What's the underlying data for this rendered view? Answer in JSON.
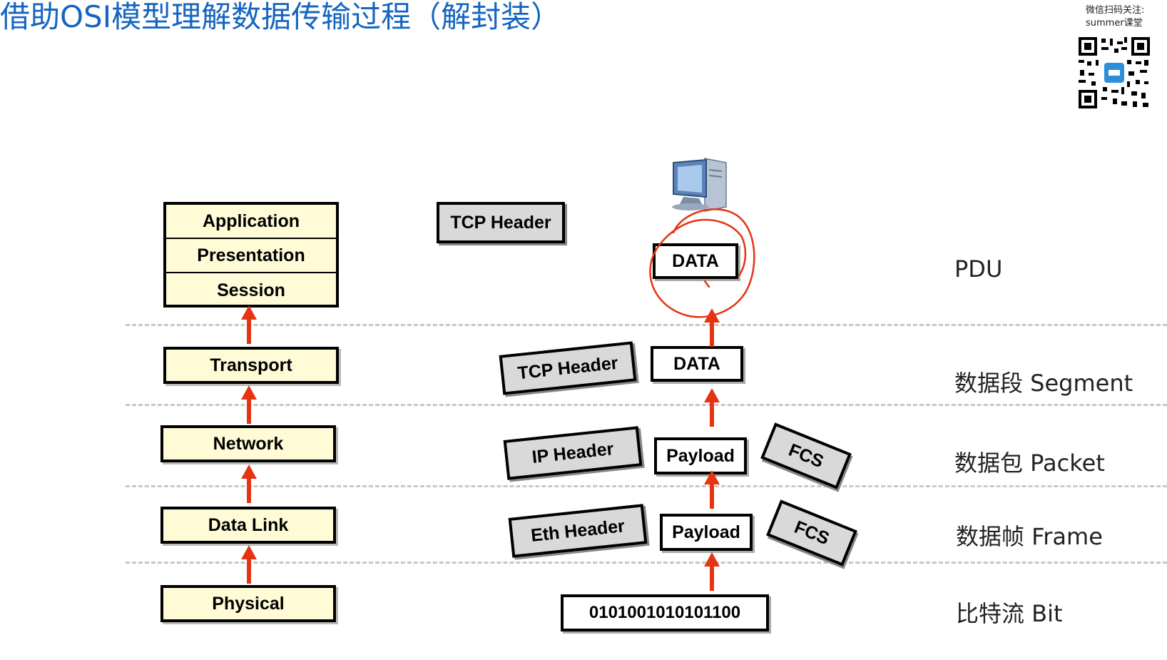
{
  "title": "借助OSI模型理解数据传输过程（解封装）",
  "qr": {
    "line1": "微信扫码关注:",
    "line2": "summer课堂"
  },
  "osi_layers": {
    "upper": [
      "Application",
      "Presentation",
      "Session"
    ],
    "transport": "Transport",
    "network": "Network",
    "datalink": "Data Link",
    "physical": "Physical"
  },
  "pdu_blocks": {
    "top_tcp_header": "TCP Header",
    "top_data": "DATA",
    "seg_tcp_header": "TCP Header",
    "seg_data": "DATA",
    "pkt_ip_header": "IP Header",
    "pkt_payload": "Payload",
    "pkt_fcs": "FCS",
    "frm_eth_header": "Eth Header",
    "frm_payload": "Payload",
    "frm_fcs": "FCS",
    "bits": "0101001010101100"
  },
  "pdu_labels": {
    "pdu": "PDU",
    "segment": "数据段 Segment",
    "packet": "数据包 Packet",
    "frame": "数据帧 Frame",
    "bit": "比特流 Bit"
  },
  "colors": {
    "title": "#1565c0",
    "layer_fill": "#fffbd6",
    "header_fill": "#d9d9d9",
    "arrow": "#e53412",
    "annotation": "#e53412",
    "dashed_line": "#c8c8c8"
  },
  "icons": [
    "computer-icon",
    "qr-code-icon",
    "up-arrow-icon",
    "annotation-circle"
  ]
}
